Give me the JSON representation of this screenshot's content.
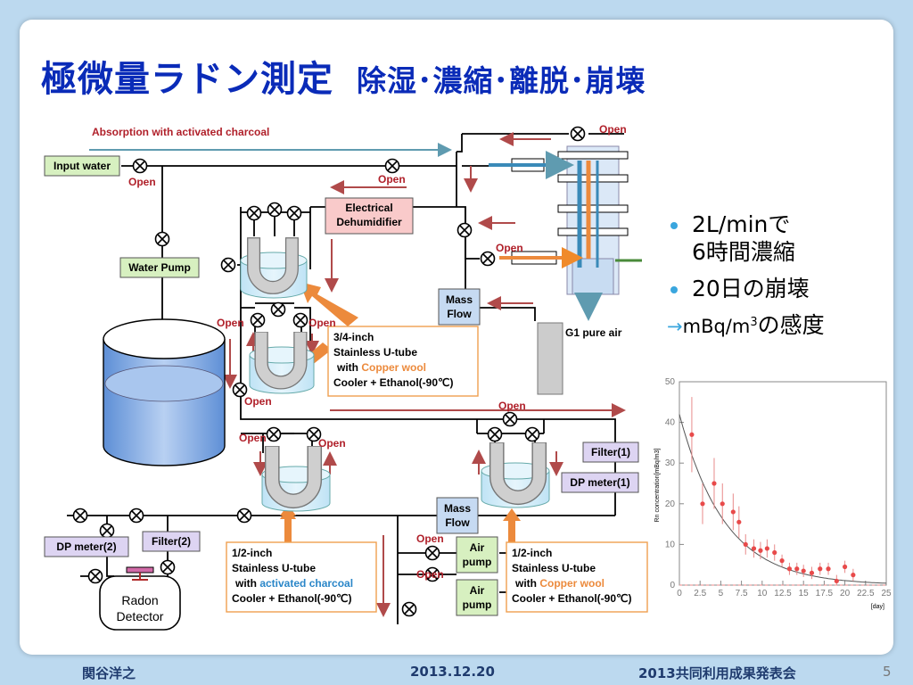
{
  "title": {
    "main": "極微量ラドン測定",
    "sub": "除湿･濃縮･離脱･崩壊"
  },
  "diagram": {
    "absorption_label": "Absorption with activated charcoal",
    "input_water": "Input water",
    "water_pump": "Water Pump",
    "dehumidifier_l1": "Electrical",
    "dehumidifier_l2": "Dehumidifier",
    "mass_flow_1_l1": "Mass",
    "mass_flow_1_l2": "Flow",
    "mass_flow_2_l1": "Mass",
    "mass_flow_2_l2": "Flow",
    "g1_pure_air": "G1 pure air",
    "filter1": "Filter(1)",
    "dp_meter1": "DP meter(1)",
    "dp_meter2": "DP meter(2)",
    "filter2": "Filter(2)",
    "radon_l1": "Radon",
    "radon_l2": "Detector",
    "air_pump_1_l1": "Air",
    "air_pump_1_l2": "pump",
    "air_pump_2_l1": "Air",
    "air_pump_2_l2": "pump",
    "open": "Open",
    "box_34": {
      "l1": "3/4-inch",
      "l2": "Stainless U-tube",
      "l3a": "with ",
      "l3b": "Copper wool",
      "l4": "Cooler + Ethanol(-90℃)"
    },
    "box_half_charcoal": {
      "l1": "1/2-inch",
      "l2": "Stainless U-tube",
      "l3a": "with ",
      "l3b": "activated charcoal",
      "l4": "Cooler + Ethanol(-90℃)"
    },
    "box_half_copper": {
      "l1": "1/2-inch",
      "l2": "Stainless U-tube",
      "l3a": "with ",
      "l3b": "Copper wool",
      "l4": "Cooler + Ethanol(-90℃)"
    }
  },
  "bullets": [
    {
      "text_l1": "2L/minで",
      "text_l2": "6時間濃縮"
    },
    {
      "text_l1": "20日の崩壊"
    }
  ],
  "sensitivity": {
    "arrow": "→",
    "text_a": "mBq/m",
    "sup": "3",
    "text_b": "の感度"
  },
  "chart_data": {
    "type": "scatter",
    "ylabel": "Rn concentration[mBq/m3]",
    "xlabel": "[day]",
    "x_ticks": [
      "0",
      "2.5",
      "5",
      "7.5",
      "10",
      "12.5",
      "15",
      "17.5",
      "20",
      "22.5",
      "25"
    ],
    "y_ticks": [
      "0",
      "10",
      "20",
      "30",
      "40",
      "50"
    ],
    "xlim": [
      0,
      25
    ],
    "ylim": [
      0,
      50
    ],
    "grid": false,
    "series": [
      {
        "x": [
          1.5,
          2.8,
          4.2,
          5.2,
          6.5,
          7.2,
          8,
          9,
          9.8,
          10.6,
          11.5,
          12.4,
          13.3,
          14.2,
          15,
          16,
          17,
          18,
          19,
          20,
          21
        ],
        "y": [
          37,
          20,
          25,
          20,
          18,
          15.5,
          10,
          9,
          8.5,
          9,
          8,
          6,
          4,
          4,
          3.5,
          3,
          4,
          4,
          1,
          4.5,
          2.5
        ]
      }
    ],
    "fit": {
      "type": "exponential",
      "A": 42,
      "halflife_days": 3.8235
    },
    "colors": {
      "points": "#e84a4a",
      "error_bars": "#e88a8a",
      "fit": "#555555"
    }
  },
  "footer": {
    "author": "関谷洋之",
    "date": "2013.12.20",
    "event": "2013共同利用成果発表会",
    "page": "5"
  }
}
